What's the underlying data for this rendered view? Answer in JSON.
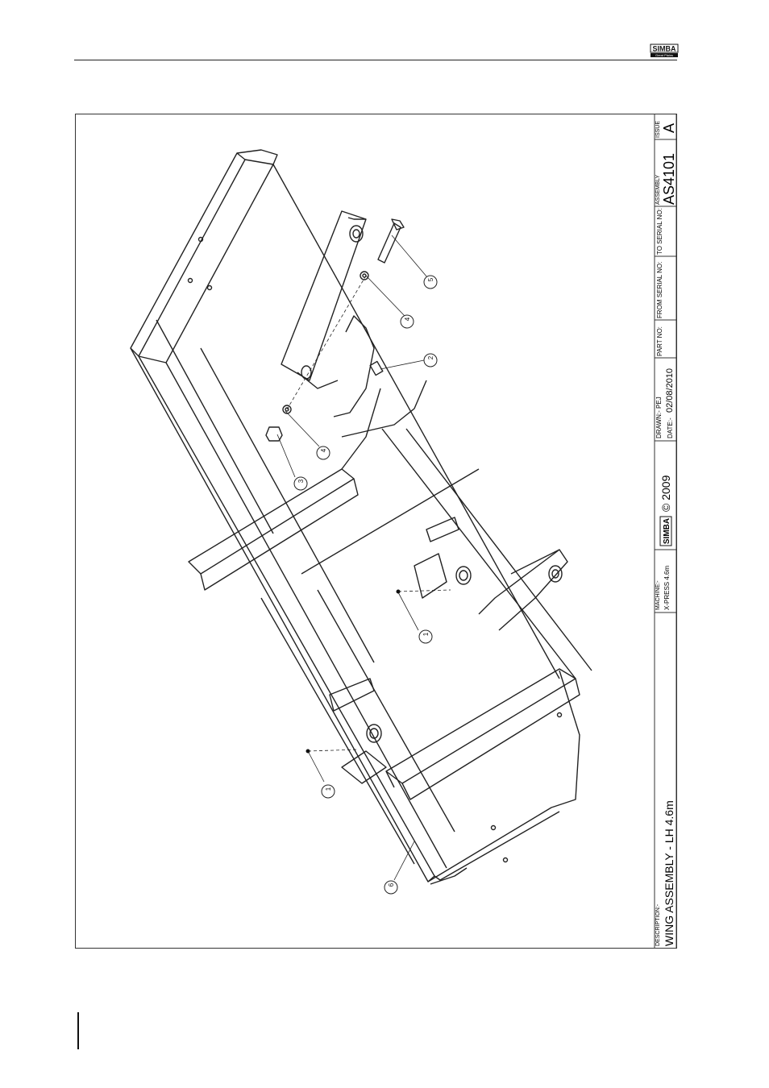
{
  "title_block": {
    "description_label": "DESCRIPTION:-",
    "description": "WING ASSEMBLY - LH 4.6m",
    "machine_label": "MACHINE:-",
    "machine": "X-PRESS 4.6m",
    "copyright": "© 2009",
    "drawn": "DRAWN:- PEJ",
    "date_label": "DATE:-",
    "date": "02/08/2010",
    "part_no_label": "PART NO:",
    "from_serial_label": "FROM SERIAL NO:",
    "to_serial_label": "TO SERIAL NO:",
    "assembly_label": "ASSEMBLY",
    "assembly": "AS4101",
    "issue_label": "ISSUE",
    "issue": "A"
  },
  "logo_text": "SIMBA",
  "logo_sub": "Great Plains",
  "balloons": [
    "1",
    "1",
    "2",
    "3",
    "4",
    "4",
    "5",
    "6"
  ]
}
